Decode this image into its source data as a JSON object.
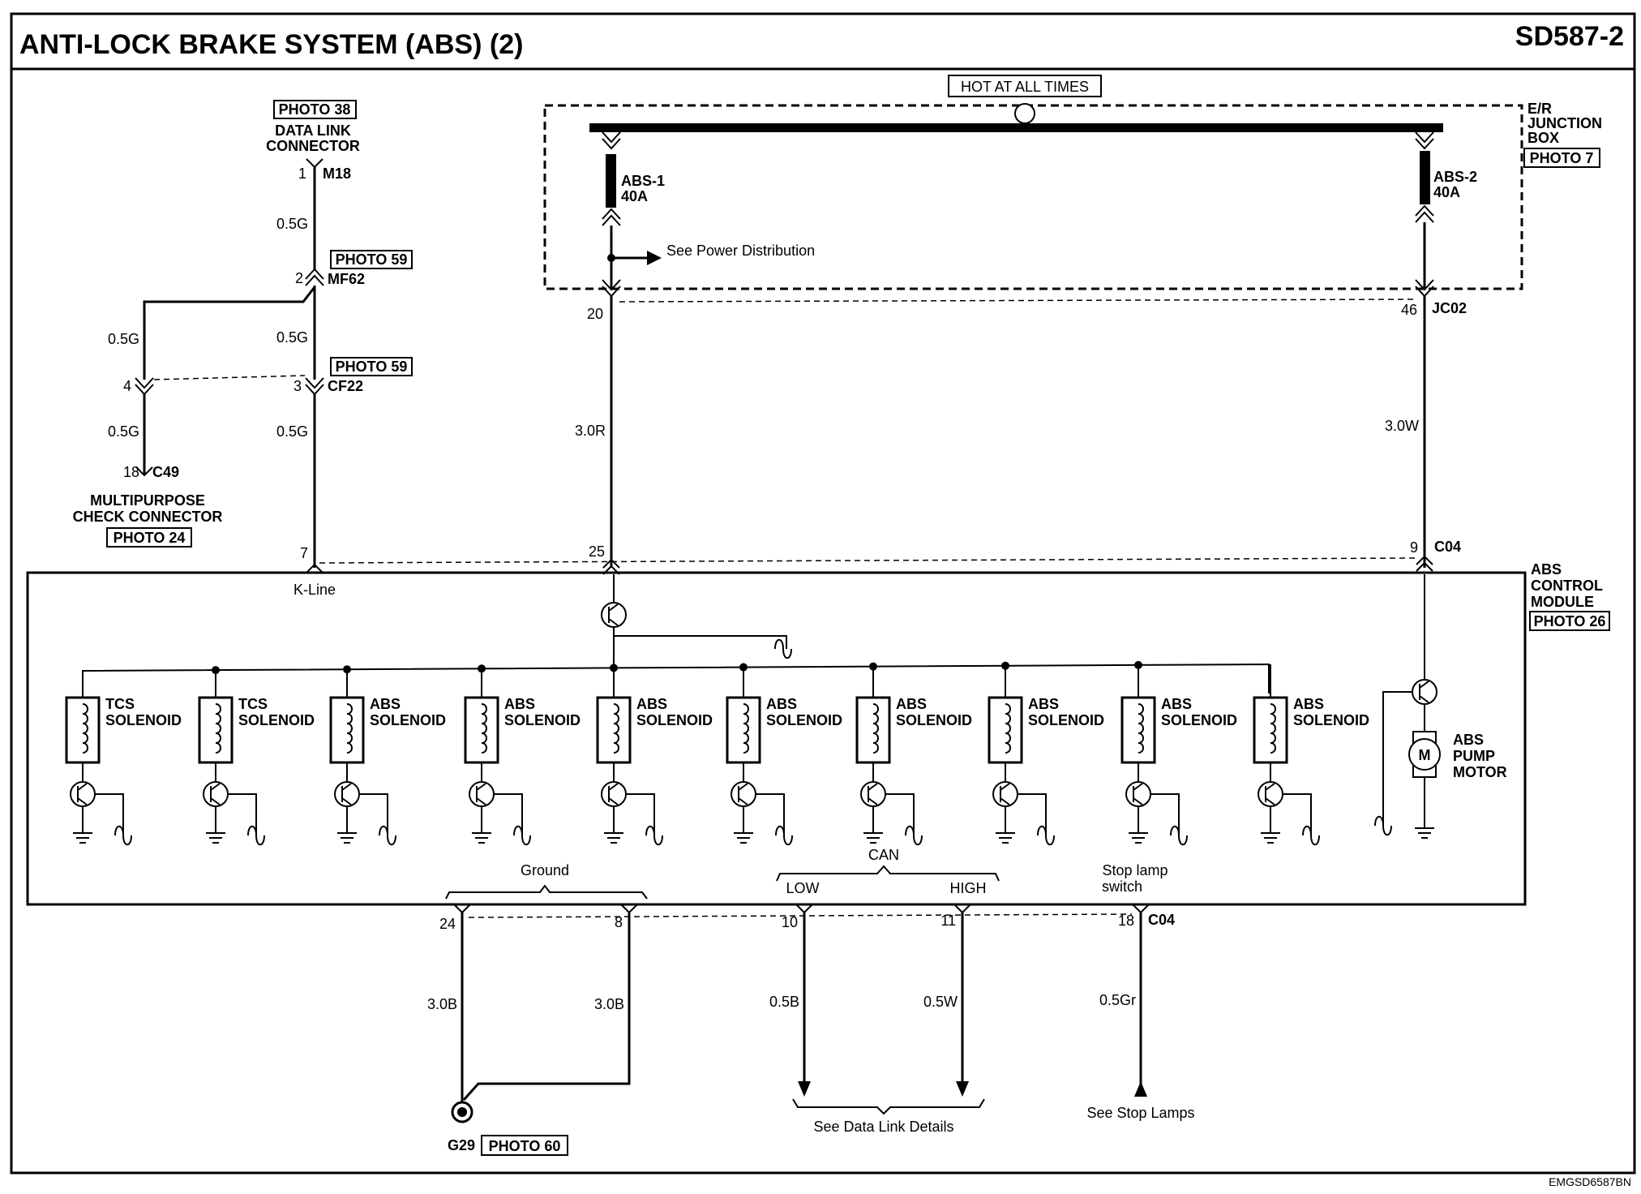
{
  "header": {
    "title": "ANTI-LOCK BRAKE SYSTEM (ABS) (2)",
    "code": "SD587-2"
  },
  "footer": {
    "image_code": "EMGSD6587BN"
  },
  "junction_box": {
    "hot_label": "HOT AT ALL TIMES",
    "name_lines": [
      "E/R",
      "JUNCTION",
      "BOX"
    ],
    "photo": "PHOTO 7",
    "fuse1": {
      "name": "ABS-1",
      "rating": "40A"
    },
    "fuse2": {
      "name": "ABS-2",
      "rating": "40A"
    },
    "see_power": "See Power Distribution",
    "pin20": "20",
    "pin46": "46",
    "connector": "JC02"
  },
  "data_link": {
    "photo": "PHOTO 38",
    "name_lines": [
      "DATA LINK",
      "CONNECTOR"
    ],
    "pin": "1",
    "connector": "M18",
    "wire1": "0.5G",
    "mf62_photo": "PHOTO 59",
    "mf62_pin": "2",
    "mf62": "MF62",
    "wire_left": "0.5G",
    "wire_mid": "0.5G",
    "cf22_photo": "PHOTO 59",
    "cf22_pin_left": "4",
    "cf22_pin": "3",
    "cf22": "CF22",
    "wire_left2": "0.5G",
    "wire_mid2": "0.5G",
    "c49_pin": "18",
    "c49": "C49",
    "mpc_lines": [
      "MULTIPURPOSE",
      "CHECK CONNECTOR"
    ],
    "mpc_photo": "PHOTO 24"
  },
  "power_wires": {
    "red": "3.0R",
    "white": "3.0W"
  },
  "module": {
    "pin7": "7",
    "pin25": "25",
    "pin9": "9",
    "connector": "C04",
    "kline": "K-Line",
    "name_lines": [
      "ABS",
      "CONTROL",
      "MODULE"
    ],
    "photo": "PHOTO 26",
    "solenoids": [
      {
        "l1": "TCS",
        "l2": "SOLENOID"
      },
      {
        "l1": "TCS",
        "l2": "SOLENOID"
      },
      {
        "l1": "ABS",
        "l2": "SOLENOID"
      },
      {
        "l1": "ABS",
        "l2": "SOLENOID"
      },
      {
        "l1": "ABS",
        "l2": "SOLENOID"
      },
      {
        "l1": "ABS",
        "l2": "SOLENOID"
      },
      {
        "l1": "ABS",
        "l2": "SOLENOID"
      },
      {
        "l1": "ABS",
        "l2": "SOLENOID"
      },
      {
        "l1": "ABS",
        "l2": "SOLENOID"
      },
      {
        "l1": "ABS",
        "l2": "SOLENOID"
      }
    ],
    "motor_symbol": "M",
    "motor_lines": [
      "ABS",
      "PUMP",
      "MOTOR"
    ]
  },
  "bottom": {
    "ground": "Ground",
    "can": "CAN",
    "low": "LOW",
    "high": "HIGH",
    "stop_lines": [
      "Stop lamp",
      "switch"
    ],
    "pins": [
      "24",
      "8",
      "10",
      "11",
      "18"
    ],
    "connector": "C04",
    "wires": [
      "3.0B",
      "3.0B",
      "0.5B",
      "0.5W",
      "0.5Gr"
    ],
    "g29": "G29",
    "g29_photo": "PHOTO 60",
    "see_data_link": "See Data Link Details",
    "see_stop": "See Stop Lamps"
  }
}
